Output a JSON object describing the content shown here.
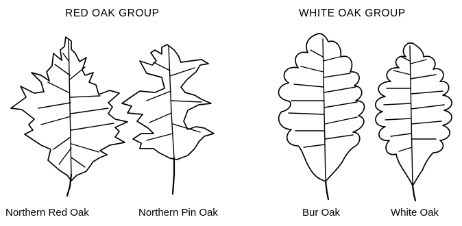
{
  "groups": {
    "red_oak": {
      "title": "RED OAK GROUP",
      "leaves": [
        "Northern Red Oak",
        "Northern Pin Oak"
      ]
    },
    "white_oak": {
      "title": "WHITE OAK GROUP",
      "leaves": [
        "Bur Oak",
        "White Oak"
      ]
    }
  },
  "colors": {
    "ink": "#000000",
    "background": "#ffffff"
  }
}
